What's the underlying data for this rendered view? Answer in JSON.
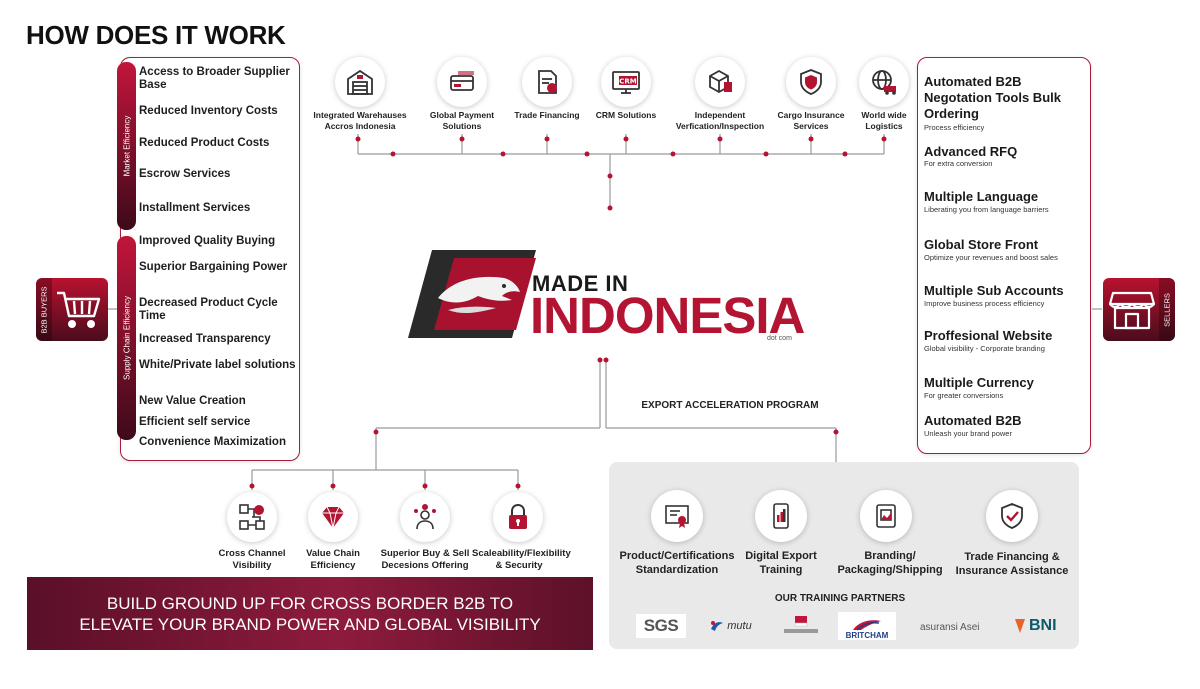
{
  "header": {
    "title": "HOW DOES IT WORK"
  },
  "left_panel": {
    "group1_label": "Market Efficiency",
    "group2_label": "Supply Chain Efficiency",
    "benefits": [
      "Access to Broader Supplier Base",
      "Reduced Inventory Costs",
      "Reduced Product Costs",
      "Escrow Services",
      "Installment Services",
      "Improved Quality Buying",
      "Superior Bargaining Power",
      "Decreased Product Cycle Time",
      "Increased Transparency",
      "White/Private label solutions",
      "New Value Creation",
      "Efficient self service",
      "Convenience Maximization"
    ]
  },
  "buyers_badge": {
    "label": "B2B BUYERS",
    "icon": "shopping-cart-icon"
  },
  "sellers_badge": {
    "label": "SELLERS",
    "icon": "storefront-icon"
  },
  "services": [
    {
      "label": "Integrated Warehauses Accros Indonesia",
      "icon": "warehouse-icon"
    },
    {
      "label": "Global Payment Solutions",
      "icon": "credit-card-icon"
    },
    {
      "label": "Trade Financing",
      "icon": "invoice-icon"
    },
    {
      "label": "CRM Solutions",
      "icon": "crm-icon"
    },
    {
      "label": "Independent Verfication/Inspection",
      "icon": "box-check-icon"
    },
    {
      "label": "Cargo Insurance Services",
      "icon": "shield-icon"
    },
    {
      "label": "World wide Logistics",
      "icon": "globe-truck-icon"
    }
  ],
  "features": [
    {
      "title": "Automated B2B Negotation Tools Bulk Ordering",
      "sub": "Process efficiency"
    },
    {
      "title": "Advanced RFQ",
      "sub": "For extra conversion"
    },
    {
      "title": "Multiple Language",
      "sub": "Liberating you from language barriers"
    },
    {
      "title": "Global Store Front",
      "sub": "Optimize your revenues and boost sales"
    },
    {
      "title": "Multiple Sub Accounts",
      "sub": "Improve business process efficiency"
    },
    {
      "title": "Proffesional Website",
      "sub": "Global visibility - Corporate branding"
    },
    {
      "title": "Multiple Currency",
      "sub": "For greater conversions"
    },
    {
      "title": "Automated B2B",
      "sub": "Unleash your brand power"
    }
  ],
  "logo": {
    "made_in": "MADE IN",
    "indonesia": "INDONESIA",
    "dotcom": "dot com"
  },
  "bottom_features": [
    {
      "label": "Cross Channel Visibility",
      "icon": "network-icon"
    },
    {
      "label": "Value Chain Efficiency",
      "icon": "diamond-icon"
    },
    {
      "label": "Superior Buy & Sell Decesions Offering",
      "icon": "person-idea-icon"
    },
    {
      "label": "Scaleability/Flexibility & Security",
      "icon": "padlock-icon"
    }
  ],
  "banner": {
    "line1": "BUILD GROUND UP FOR CROSS BORDER B2B TO",
    "line2": "ELEVATE YOUR BRAND POWER AND GLOBAL VISIBILITY"
  },
  "export": {
    "title": "EXPORT ACCELERATION PROGRAM",
    "items": [
      {
        "label": "Product/Certifications Standardization",
        "icon": "certificate-icon"
      },
      {
        "label": "Digital Export Training",
        "icon": "mobile-chart-icon"
      },
      {
        "label": "Branding/ Packaging/Shipping",
        "icon": "package-icon"
      },
      {
        "label": "Trade Financing & Insurance Assistance",
        "icon": "shield-check-icon"
      }
    ],
    "partners_title": "OUR TRAINING PARTNERS",
    "partners": [
      "SGS",
      "mutu",
      "BRITCHAM",
      "asuransi Asei",
      "BNI"
    ]
  },
  "colors": {
    "accent": "#b31432",
    "dark": "#5a0f28",
    "panel_bg": "#e9e9ea"
  }
}
